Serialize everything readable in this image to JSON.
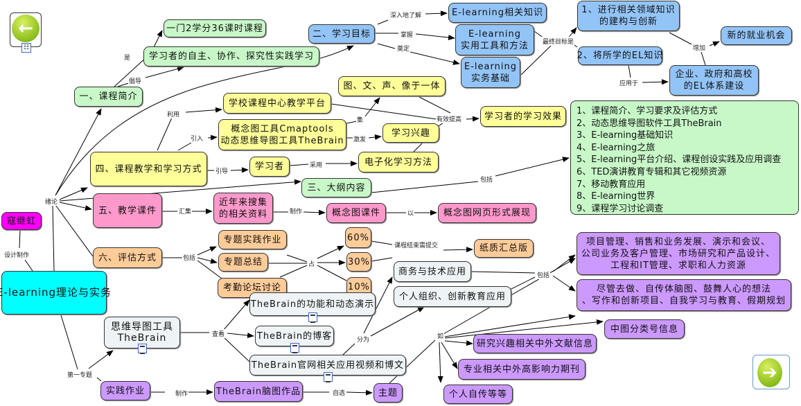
{
  "nav": {
    "back_icon": "arrow-left-icon",
    "forward_icon": "arrow-right-icon",
    "map_icon": "hierarchy-icon"
  },
  "colors": {
    "root": "#00ffff",
    "author": "#ff00ff",
    "green": "#c8f8c8",
    "blue": "#93c4f7",
    "yellow": "#ffff99",
    "pink": "#ff99cc",
    "orange": "#ffcc99",
    "purple": "#cc99ff",
    "gray": "#eef3f5"
  },
  "root": "E-learning理论与实务",
  "author": "寇继虹",
  "nodes": {
    "intro": "一、课程简介",
    "credits": "一门2学分36课时课程",
    "autonomy": "学习者的自主、协作、探究性实践学习",
    "goal": "二、学习目标",
    "el_knowledge": "E-learning相关知识",
    "el_tools_1": "E-learning",
    "el_tools_2": "实用工具和方法",
    "el_basics_1": "E-learning",
    "el_basics_2": "实务基础",
    "goal1_1": "1、进行相关领域知识",
    "goal1_2": "的建构与创新",
    "goal2": "2、将所学的EL知识",
    "jobs": "新的就业机会",
    "ent_1": "企业、政府和高校",
    "ent_2": "的EL体系建设",
    "platform": "学校课程中心教学平台",
    "multimedia": "图、文、声、像于一体",
    "cmap_1": "概念图工具Cmaptools",
    "cmap_2": "动态思维导图工具TheBrain",
    "interest": "学习兴趣",
    "effect": "学习者的学习效果",
    "teaching": "四、课程教学和学习方式",
    "learner": "学习者",
    "elmethod": "电子化学习方法",
    "outline": "三、大纲内容",
    "courseware": "五、教学课件",
    "collected_1": "近年来搜集",
    "collected_2": "的相关资料",
    "cm_courseware": "概念图课件",
    "web_display": "概念图网页形式展现",
    "assessment": "六、评估方式",
    "topic_work": "专题实践作业",
    "topic_summary": "专题总结",
    "attendance": "考勤论坛讨论",
    "p60": "60%",
    "p30": "30%",
    "p10": "10%",
    "paper": "纸质汇总版",
    "biz": "商务与技术应用",
    "personal": "个人组织、创新教育应用",
    "purple1_1": "项目管理、销售和业务发展、演示和会议、",
    "purple1_2": "公司业务及客户管理、市场研究和产品设计、",
    "purple1_3": "工程和IT管理、求职和人力资源",
    "purple2_1": "尽管去做、自传体脑图、鼓舞人心的想法",
    "purple2_2": "、写作和创新项目、自我学习与教育、假期规划",
    "clc": "中图分类号信息",
    "research": "研究兴趣相关中外文献信息",
    "journals": "专业相关中外高影响力期刊",
    "autobio": "个人自传等等",
    "tb_tool_1": "思维导图工具",
    "tb_tool_2": "TheBrain",
    "tb_demo": "TheBrain的功能和动态演示",
    "tb_blog": "TheBrain的博客",
    "tb_site": "TheBrain官网相关应用视频和博文",
    "practice": "实践作业",
    "tb_work": "TheBrain脑图作品",
    "theme": "主题"
  },
  "outline_items": [
    "1、课程简介、学习要求及评估方式",
    "2、动态思维导图软件工具TheBrain",
    "3、E-learning基础知识",
    "4、E-learning之旅",
    "5、E-learning平台介绍、课程创设实践及应用调查",
    "6、TED演讲教育专辑和其它视频资源",
    "7、移动教育应用",
    "8、E-learning世界",
    "9、课程学习讨论调查"
  ],
  "links": {
    "is": "是",
    "advocate": "倡导",
    "use": "利用",
    "introduce": "引入",
    "guide": "引导",
    "adopt": "采用",
    "gather": "集",
    "inspire": "激发",
    "improve": "有效提高",
    "deep": "深入地了解",
    "master": "掌握",
    "lay": "奠定",
    "final": "最终目标是",
    "increase": "增加",
    "apply": "应用于",
    "include1": "包括",
    "intro_link": "绪论",
    "collect": "汇集",
    "make1": "制作",
    "by": "以",
    "include2": "包括",
    "account": "占",
    "submit": "课程结束需提交",
    "design": "设计制作",
    "view": "查看",
    "divide": "分为",
    "include3": "包括",
    "such": "如",
    "first": "第一专题",
    "make2": "制作",
    "choose": "自选"
  }
}
